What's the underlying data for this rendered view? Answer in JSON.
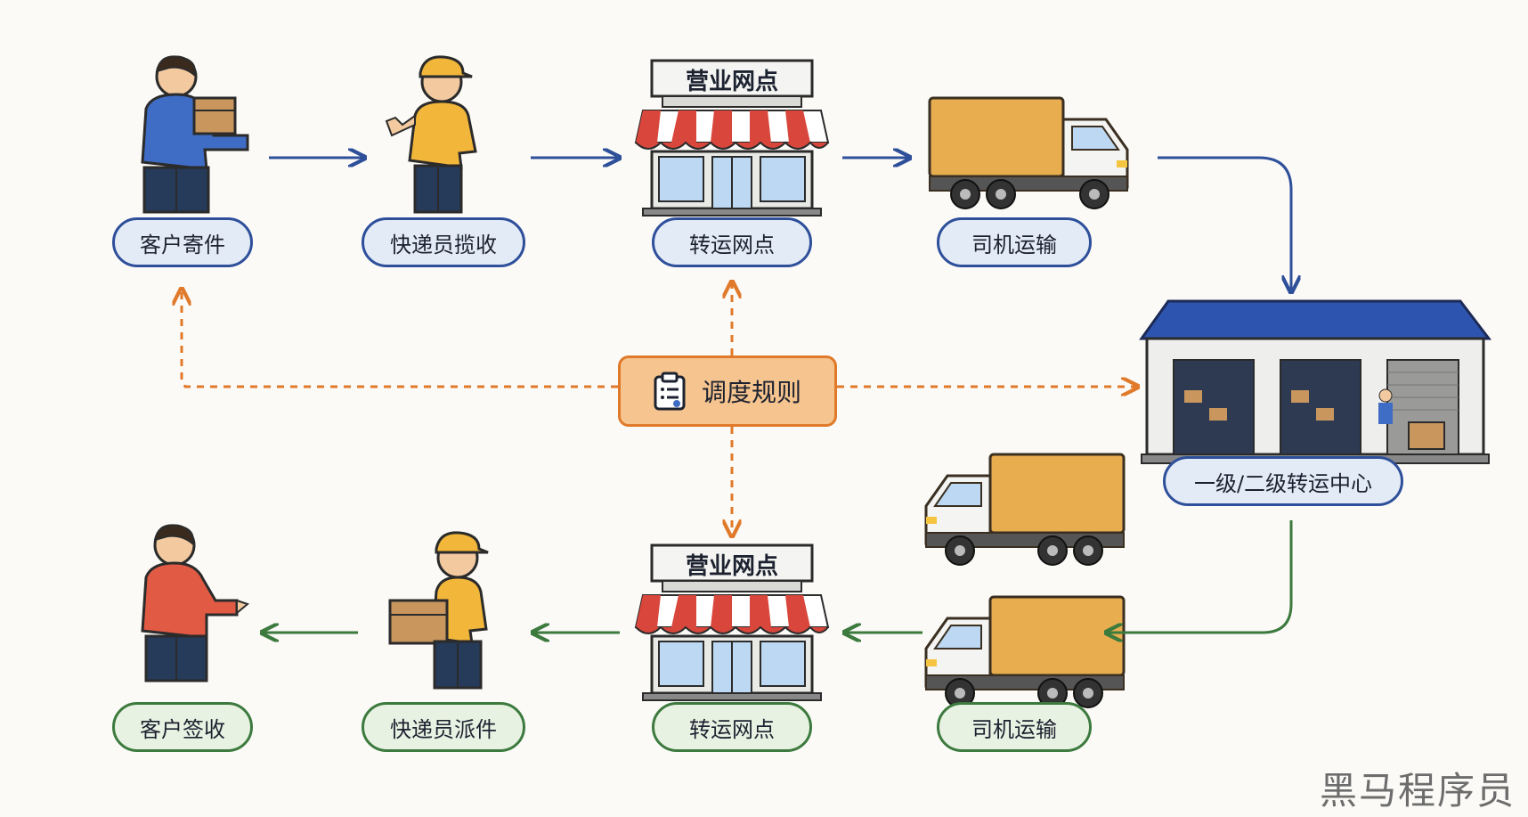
{
  "top_row": {
    "customer_send": "客户寄件",
    "courier_pickup": "快递员揽收",
    "transfer_outlet": "转运网点",
    "driver_transport": "司机运输",
    "store_sign": "营业网点"
  },
  "hub": {
    "label": "一级/二级转运中心"
  },
  "center": {
    "label": "调度规则"
  },
  "bottom_row": {
    "customer_receive": "客户签收",
    "courier_deliver": "快递员派件",
    "transfer_outlet": "转运网点",
    "driver_transport": "司机运输",
    "store_sign": "营业网点"
  },
  "watermark": "黑马程序员",
  "colors": {
    "flow_blue": "#2e4f9a",
    "flow_green": "#3c7a3e",
    "dispatch_orange": "#e07a2a",
    "truck_cargo": "#e8ad4f",
    "courier_shirt": "#f2b63a",
    "customer_top_shirt": "#3f6cc4",
    "customer_bottom_shirt": "#e05a44",
    "warehouse_roof": "#2d55b0"
  }
}
